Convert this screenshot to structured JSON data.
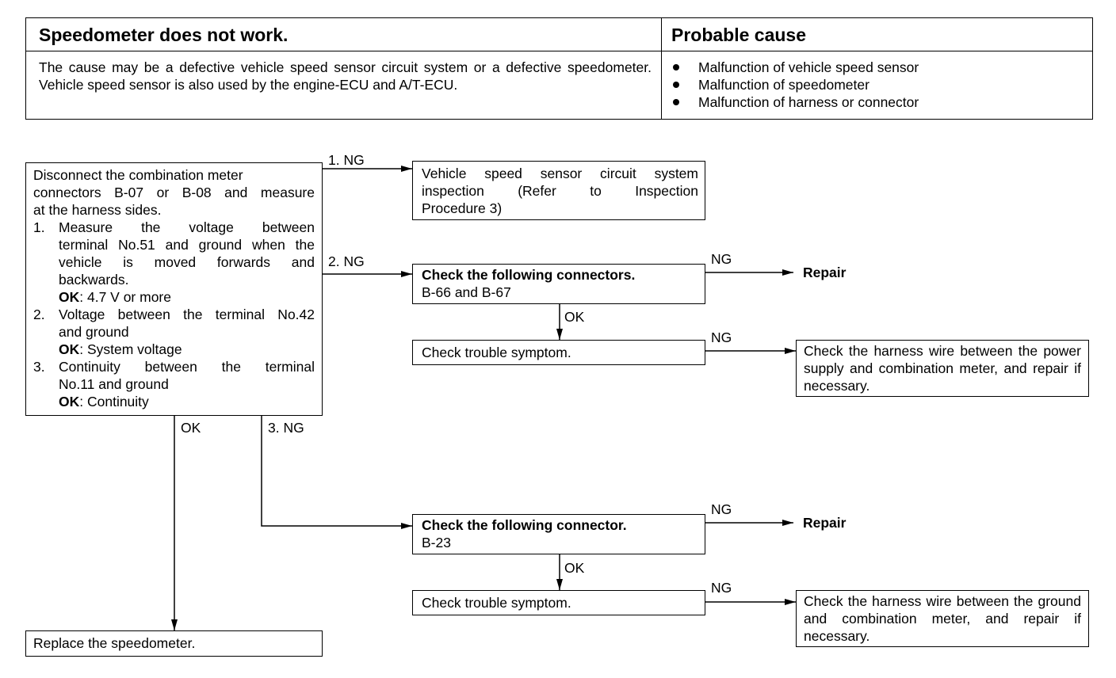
{
  "header": {
    "title": "Speedometer does not work.",
    "description": "The cause may be a defective vehicle speed sensor circuit system or a defective speedometer. Vehicle speed sensor is also used by the engine-ECU and A/T-ECU.",
    "cause_title": "Probable cause",
    "causes": [
      "Malfunction of vehicle speed sensor",
      "Malfunction of speedometer",
      "Malfunction of harness or connector"
    ]
  },
  "main_check": {
    "intro": [
      "Disconnect the combination meter",
      "connectors B-07 or B-08 and measure",
      "at the harness sides."
    ],
    "steps": [
      {
        "num": "1.",
        "lines": [
          "Measure the voltage between",
          "terminal No.51 and ground when the",
          "vehicle is moved forwards and",
          "backwards."
        ],
        "ok_label": "OK",
        "ok_value": ": 4.7 V or more"
      },
      {
        "num": "2.",
        "lines": [
          "Voltage between the terminal No.42",
          "and ground"
        ],
        "ok_label": "OK",
        "ok_value": ": System voltage"
      },
      {
        "num": "3.",
        "lines": [
          "Continuity between the terminal",
          "No.11 and ground"
        ],
        "ok_label": "OK",
        "ok_value": ": Continuity"
      }
    ]
  },
  "labels": {
    "ng1": "1.  NG",
    "ng2": "2.  NG",
    "ng3": "3.  NG",
    "ok_main": "OK",
    "ok": "OK",
    "ng": "NG"
  },
  "boxes": {
    "vss_lines": [
      "Vehicle speed sensor circuit system",
      "inspection (Refer to Inspection",
      "Procedure 3)"
    ],
    "conn1_title": "Check the following connectors.",
    "conn1_body": "B-66 and B-67",
    "trouble1": "Check trouble symptom.",
    "repair1": "Repair",
    "harness1": "Check the harness wire between the power supply and combination meter, and repair if necessary.",
    "conn2_title": "Check the following connector.",
    "conn2_body": "B-23",
    "trouble2": "Check trouble symptom.",
    "repair2": "Repair",
    "harness2": "Check the harness wire between the ground and combination meter, and repair if necessary.",
    "replace": "Replace the speedometer."
  }
}
